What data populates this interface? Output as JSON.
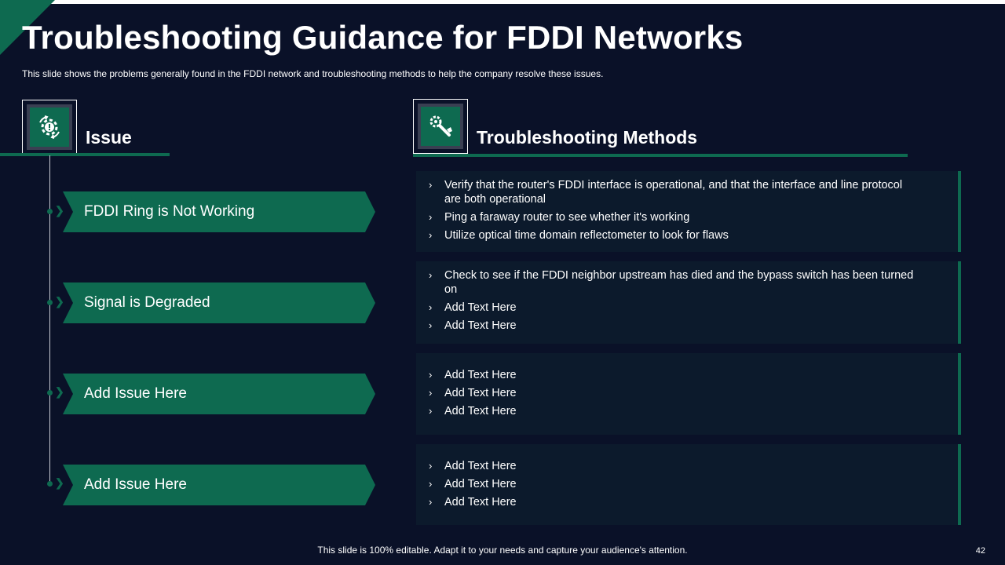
{
  "title": "Troubleshooting Guidance for FDDI Networks",
  "subtitle": "This slide shows the problems generally found in the FDDI network and troubleshooting methods to help the company resolve these issues.",
  "issue_section": {
    "heading": "Issue",
    "icon": "gear-alert-icon"
  },
  "methods_section": {
    "heading": "Troubleshooting Methods",
    "icon": "tools-icon"
  },
  "issues": [
    "FDDI Ring is Not Working",
    "Signal is Degraded",
    "Add Issue Here",
    "Add Issue Here"
  ],
  "methods": [
    {
      "items": [
        "Verify that the router's FDDI interface is operational, and that the interface and line protocol are both operational",
        "Ping a faraway router to see whether it's working",
        "Utilize optical time domain reflectometer to look for flaws"
      ]
    },
    {
      "items": [
        "Check to see if the FDDI neighbor upstream has died and the bypass switch has been turned on",
        "Add Text Here",
        "Add Text Here"
      ]
    },
    {
      "items": [
        "Add Text Here",
        "Add Text Here",
        "Add Text Here"
      ]
    },
    {
      "items": [
        "Add Text Here",
        "Add Text Here",
        "Add Text Here"
      ]
    }
  ],
  "bullet_glyph": "›",
  "footer": "This slide is 100% editable. Adapt it to your needs and capture your audience's attention.",
  "page_number": "42",
  "colors": {
    "background": "#0a1128",
    "accent": "#0e6a50",
    "panel": "#0c1a2c"
  }
}
